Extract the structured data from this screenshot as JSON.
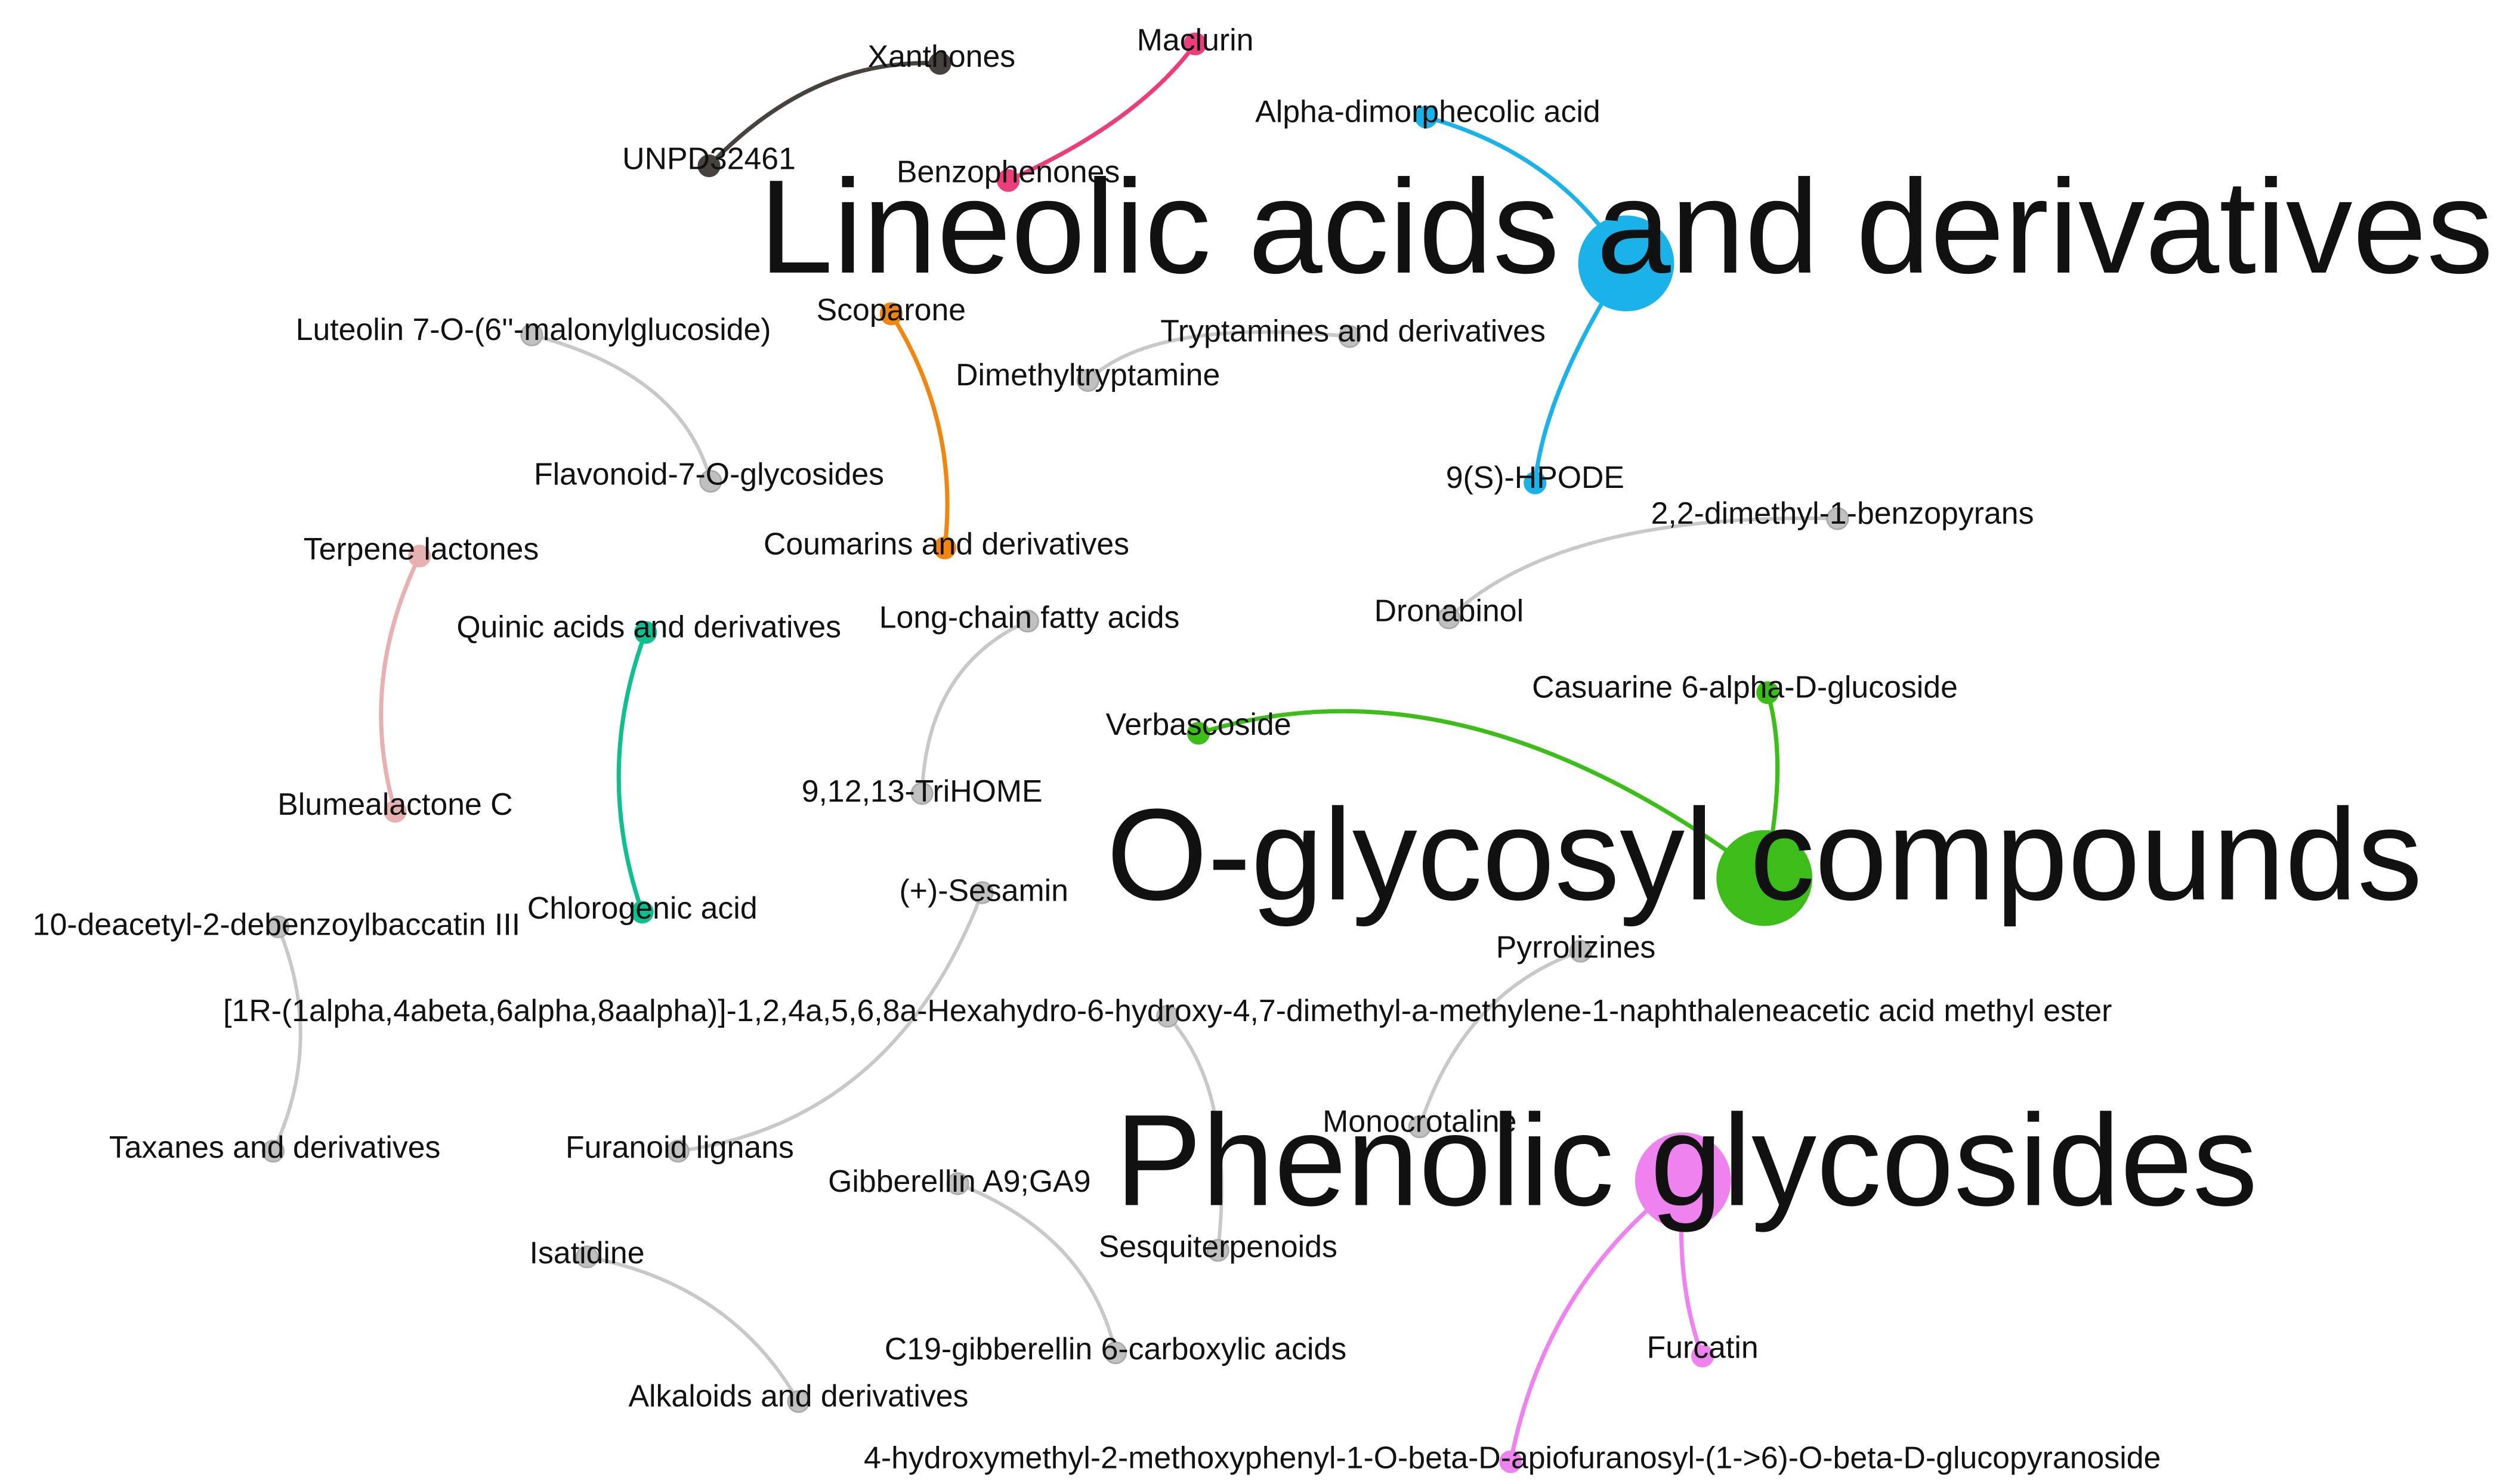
{
  "nodes": [
    {
      "id": "lineolic",
      "label": "Lineolic acids and derivatives",
      "color": "#1ab2e8",
      "size": "hub"
    },
    {
      "id": "alpha_dimorph",
      "label": "Alpha-dimorphecolic acid",
      "color": "#1ab2e8",
      "size": "leaf"
    },
    {
      "id": "hpode",
      "label": "9(S)-HPODE",
      "color": "#1ab2e8",
      "size": "leaf"
    },
    {
      "id": "oglyco",
      "label": "O-glycosyl compounds",
      "color": "#3cbd1a",
      "size": "hub"
    },
    {
      "id": "verbascoside",
      "label": "Verbascoside",
      "color": "#3cbd1a",
      "size": "leaf"
    },
    {
      "id": "casuarine",
      "label": "Casuarine 6-alpha-D-glucoside",
      "color": "#3cbd1a",
      "size": "leaf"
    },
    {
      "id": "phenolic",
      "label": "Phenolic glycosides",
      "color": "#ee82ee",
      "size": "hub"
    },
    {
      "id": "furcatin",
      "label": "Furcatin",
      "color": "#ee82ee",
      "size": "leaf"
    },
    {
      "id": "hydroxymethyl",
      "label": "4-hydroxymethyl-2-methoxyphenyl-1-O-beta-D-apiofuranosyl-(1->6)-O-beta-D-glucopyranoside",
      "color": "#ee82ee",
      "size": "leaf"
    },
    {
      "id": "xanthones",
      "label": "Xanthones",
      "color": "#46433f",
      "size": "leaf"
    },
    {
      "id": "unpd",
      "label": "UNPD32461",
      "color": "#46433f",
      "size": "leaf"
    },
    {
      "id": "maclurin",
      "label": "Maclurin",
      "color": "#ea3e7b",
      "size": "leaf"
    },
    {
      "id": "benzophenones",
      "label": "Benzophenones",
      "color": "#ea3e7b",
      "size": "leaf"
    },
    {
      "id": "scoparone",
      "label": "Scoparone",
      "color": "#f0860f",
      "size": "leaf"
    },
    {
      "id": "coumarins",
      "label": "Coumarins and derivatives",
      "color": "#f0860f",
      "size": "leaf"
    },
    {
      "id": "quinic",
      "label": "Quinic acids and derivatives",
      "color": "#0fbf8f",
      "size": "leaf"
    },
    {
      "id": "chlorogenic",
      "label": "Chlorogenic acid",
      "color": "#0fbf8f",
      "size": "leaf"
    },
    {
      "id": "terpene",
      "label": "Terpene lactones",
      "color": "#e8b1b1",
      "size": "leaf"
    },
    {
      "id": "blumea",
      "label": "Blumealactone C",
      "color": "#e8b1b1",
      "size": "leaf"
    },
    {
      "id": "luteolin",
      "label": "Luteolin 7-O-(6''-malonylglucoside)",
      "color": "#c0c0c0",
      "size": "leaf"
    },
    {
      "id": "flavonoid",
      "label": "Flavonoid-7-O-glycosides",
      "color": "#c0c0c0",
      "size": "leaf"
    },
    {
      "id": "tryptamines",
      "label": "Tryptamines and derivatives",
      "color": "#c0c0c0",
      "size": "leaf"
    },
    {
      "id": "dmt",
      "label": "Dimethyltryptamine",
      "color": "#c0c0c0",
      "size": "leaf"
    },
    {
      "id": "benzopyrans",
      "label": "2,2-dimethyl-1-benzopyrans",
      "color": "#c0c0c0",
      "size": "leaf"
    },
    {
      "id": "dronabinol",
      "label": "Dronabinol",
      "color": "#c0c0c0",
      "size": "leaf"
    },
    {
      "id": "longchain",
      "label": "Long-chain fatty acids",
      "color": "#c0c0c0",
      "size": "leaf"
    },
    {
      "id": "trihome",
      "label": "9,12,13-TriHOME",
      "color": "#c0c0c0",
      "size": "leaf"
    },
    {
      "id": "sesamin",
      "label": "(+)-Sesamin",
      "color": "#c0c0c0",
      "size": "leaf"
    },
    {
      "id": "furanoid",
      "label": "Furanoid lignans",
      "color": "#c0c0c0",
      "size": "leaf"
    },
    {
      "id": "deacetyl",
      "label": "10-deacetyl-2-debenzoylbaccatin III",
      "color": "#c0c0c0",
      "size": "leaf"
    },
    {
      "id": "taxanes",
      "label": "Taxanes and derivatives",
      "color": "#c0c0c0",
      "size": "leaf"
    },
    {
      "id": "hexahydro",
      "label": "[1R-(1alpha,4abeta,6alpha,8aalpha)]-1,2,4a,5,6,8a-Hexahydro-6-hydroxy-4,7-dimethyl-a-methylene-1-naphthaleneacetic acid methyl ester",
      "color": "#c0c0c0",
      "size": "leaf"
    },
    {
      "id": "sesquiterpenoids",
      "label": "Sesquiterpenoids",
      "color": "#c0c0c0",
      "size": "leaf"
    },
    {
      "id": "pyrrolizines",
      "label": "Pyrrolizines",
      "color": "#c0c0c0",
      "size": "leaf"
    },
    {
      "id": "monocrotaline",
      "label": "Monocrotaline",
      "color": "#c0c0c0",
      "size": "leaf"
    },
    {
      "id": "gibberellin",
      "label": "Gibberellin A9;GA9",
      "color": "#c0c0c0",
      "size": "leaf"
    },
    {
      "id": "c19",
      "label": "C19-gibberellin 6-carboxylic acids",
      "color": "#c0c0c0",
      "size": "leaf"
    },
    {
      "id": "isatidine",
      "label": "Isatidine",
      "color": "#c0c0c0",
      "size": "leaf"
    },
    {
      "id": "alkaloids",
      "label": "Alkaloids and derivatives",
      "color": "#c0c0c0",
      "size": "leaf"
    }
  ],
  "edges": [
    {
      "source": "xanthones",
      "target": "unpd",
      "color": "#46433f"
    },
    {
      "source": "maclurin",
      "target": "benzophenones",
      "color": "#ea3e7b"
    },
    {
      "source": "alpha_dimorph",
      "target": "lineolic",
      "color": "#1ab2e8"
    },
    {
      "source": "lineolic",
      "target": "hpode",
      "color": "#1ab2e8"
    },
    {
      "source": "scoparone",
      "target": "coumarins",
      "color": "#f0860f"
    },
    {
      "source": "luteolin",
      "target": "flavonoid",
      "color": "#c8c8c8"
    },
    {
      "source": "tryptamines",
      "target": "dmt",
      "color": "#c8c8c8"
    },
    {
      "source": "benzopyrans",
      "target": "dronabinol",
      "color": "#c8c8c8"
    },
    {
      "source": "terpene",
      "target": "blumea",
      "color": "#e8b1b1"
    },
    {
      "source": "quinic",
      "target": "chlorogenic",
      "color": "#0fbf8f"
    },
    {
      "source": "longchain",
      "target": "trihome",
      "color": "#c8c8c8"
    },
    {
      "source": "verbascoside",
      "target": "oglyco",
      "color": "#3cbd1a"
    },
    {
      "source": "casuarine",
      "target": "oglyco",
      "color": "#3cbd1a"
    },
    {
      "source": "sesamin",
      "target": "furanoid",
      "color": "#c8c8c8"
    },
    {
      "source": "deacetyl",
      "target": "taxanes",
      "color": "#c8c8c8"
    },
    {
      "source": "hexahydro",
      "target": "sesquiterpenoids",
      "color": "#c8c8c8"
    },
    {
      "source": "pyrrolizines",
      "target": "monocrotaline",
      "color": "#c8c8c8"
    },
    {
      "source": "gibberellin",
      "target": "c19",
      "color": "#c8c8c8"
    },
    {
      "source": "isatidine",
      "target": "alkaloids",
      "color": "#c8c8c8"
    },
    {
      "source": "phenolic",
      "target": "furcatin",
      "color": "#ee82ee"
    },
    {
      "source": "phenolic",
      "target": "hydroxymethyl",
      "color": "#ee82ee"
    }
  ]
}
